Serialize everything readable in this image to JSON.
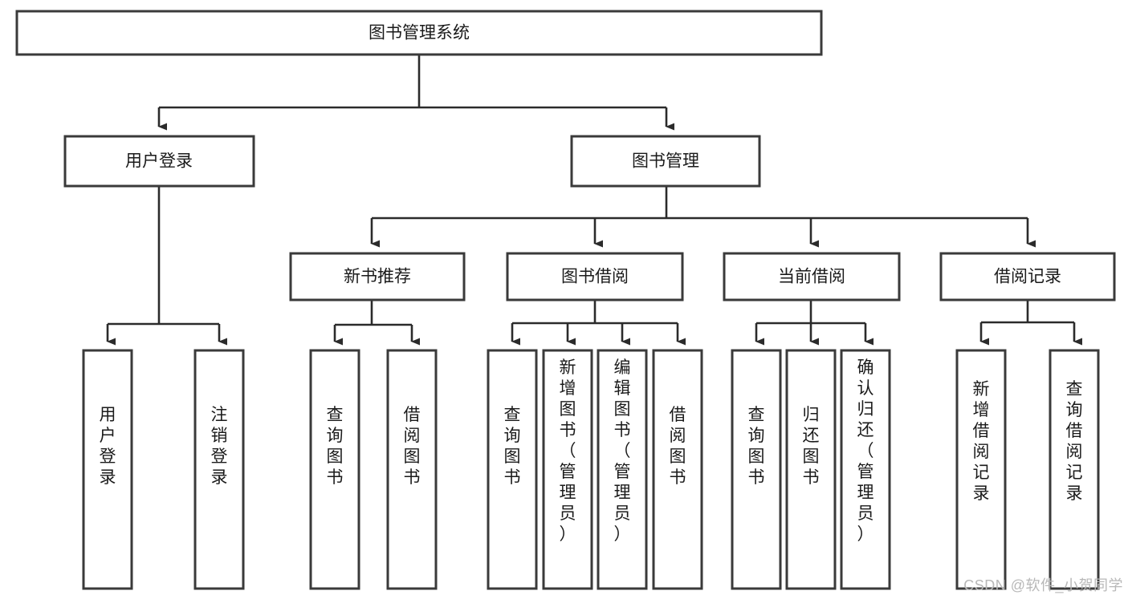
{
  "diagram": {
    "title": "图书管理系统",
    "type": "tree-hierarchy-flowchart",
    "colors": {
      "background": "#ffffff",
      "box_fill": "#ffffff",
      "box_stroke": "#3a3a3a",
      "edge_stroke": "#2b2b2b",
      "text": "#1a1a1a",
      "watermark": "#b8b8b8"
    },
    "root": {
      "id": "root",
      "label": "图书管理系统",
      "orientation": "horizontal"
    },
    "level2": [
      {
        "id": "user-login",
        "label": "用户登录",
        "orientation": "horizontal"
      },
      {
        "id": "book-manage",
        "label": "图书管理",
        "orientation": "horizontal"
      }
    ],
    "level3": [
      {
        "id": "new-book-recommend",
        "label": "新书推荐",
        "orientation": "horizontal",
        "parent": "book-manage"
      },
      {
        "id": "book-borrow",
        "label": "图书借阅",
        "orientation": "horizontal",
        "parent": "book-manage"
      },
      {
        "id": "current-borrow",
        "label": "当前借阅",
        "orientation": "horizontal",
        "parent": "book-manage"
      },
      {
        "id": "borrow-record",
        "label": "借阅记录",
        "orientation": "horizontal",
        "parent": "book-manage"
      }
    ],
    "leaves": [
      {
        "id": "leaf-user-login",
        "label": "用户登录",
        "orientation": "vertical",
        "parent": "user-login"
      },
      {
        "id": "leaf-user-logout",
        "label": "注销登录",
        "orientation": "vertical",
        "parent": "user-login"
      },
      {
        "id": "leaf-query-book-1",
        "label": "查询图书",
        "orientation": "vertical",
        "parent": "new-book-recommend"
      },
      {
        "id": "leaf-borrow-book-1",
        "label": "借阅图书",
        "orientation": "vertical",
        "parent": "new-book-recommend"
      },
      {
        "id": "leaf-query-book-2",
        "label": "查询图书",
        "orientation": "vertical",
        "parent": "book-borrow"
      },
      {
        "id": "leaf-add-book",
        "label": "新增图书（管理员）",
        "orientation": "vertical",
        "parent": "book-borrow"
      },
      {
        "id": "leaf-edit-book",
        "label": "编辑图书（管理员）",
        "orientation": "vertical",
        "parent": "book-borrow"
      },
      {
        "id": "leaf-borrow-book-2",
        "label": "借阅图书",
        "orientation": "vertical",
        "parent": "book-borrow"
      },
      {
        "id": "leaf-query-book-3",
        "label": "查询图书",
        "orientation": "vertical",
        "parent": "current-borrow"
      },
      {
        "id": "leaf-return-book",
        "label": "归还图书",
        "orientation": "vertical",
        "parent": "current-borrow"
      },
      {
        "id": "leaf-confirm-return",
        "label": "确认归还（管理员）",
        "orientation": "vertical",
        "parent": "current-borrow"
      },
      {
        "id": "leaf-add-record",
        "label": "新增借阅记录",
        "orientation": "vertical",
        "parent": "borrow-record"
      },
      {
        "id": "leaf-query-record",
        "label": "查询借阅记录",
        "orientation": "vertical",
        "parent": "borrow-record"
      }
    ]
  },
  "watermark": {
    "text": "CSDN @软件_小贺同学"
  }
}
